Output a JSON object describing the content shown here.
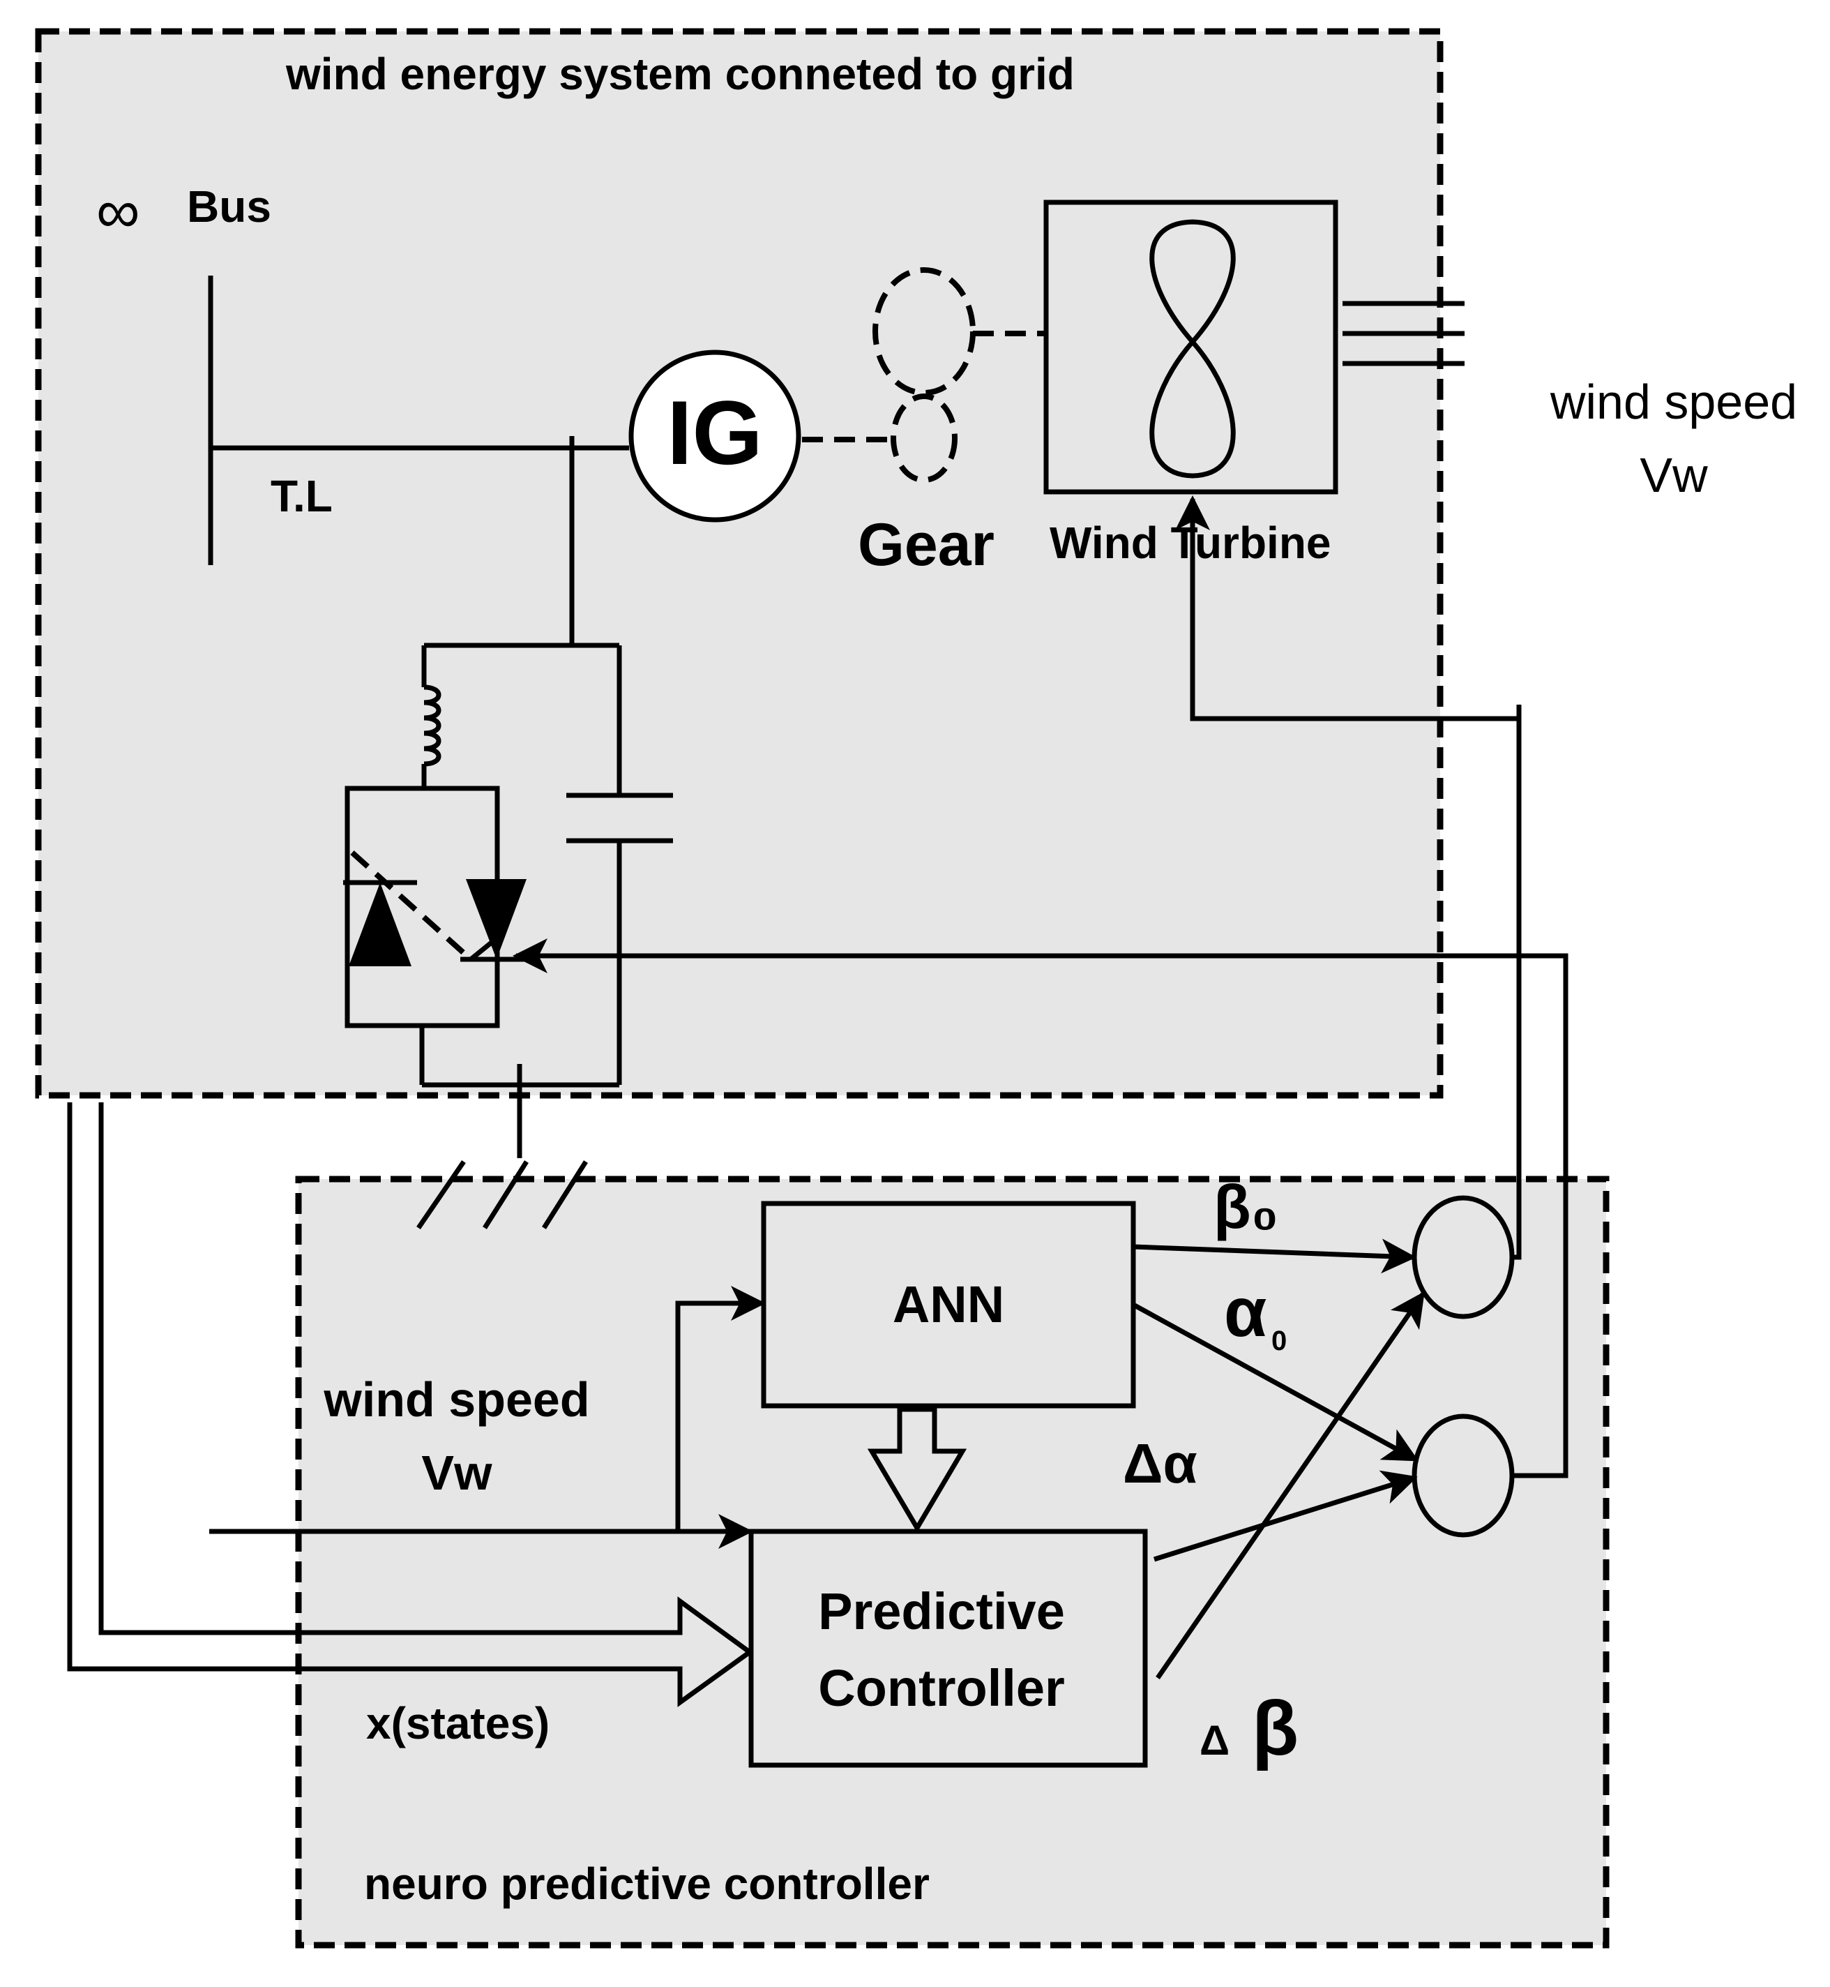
{
  "regions": {
    "grid_system": {
      "title": "wind energy system conneted to grid"
    },
    "controller": {
      "title": "neuro predictive controller"
    }
  },
  "labels": {
    "infinity": "∞",
    "bus": "Bus",
    "transmission_line": "T.L",
    "generator": "IG",
    "gear": "Gear",
    "wind_turbine": "Wind Turbine",
    "wind_speed_external_line1": "wind speed",
    "wind_speed_external_line2": "Vw",
    "wind_speed_input_line1": "wind speed",
    "wind_speed_input_line2": "Vw",
    "states": "x(states)",
    "ann": "ANN",
    "predictive_line1": "Predictive",
    "predictive_line2": "Controller",
    "beta0": "β₀",
    "alpha0_symbol": "α",
    "alpha0_subscript": "0",
    "delta_alpha": "Δα",
    "delta_beta_delta": "Δ",
    "delta_beta_beta": "β"
  },
  "colors": {
    "frame_fill": "#e6e6e6",
    "line": "#000000",
    "background": "#ffffff"
  }
}
